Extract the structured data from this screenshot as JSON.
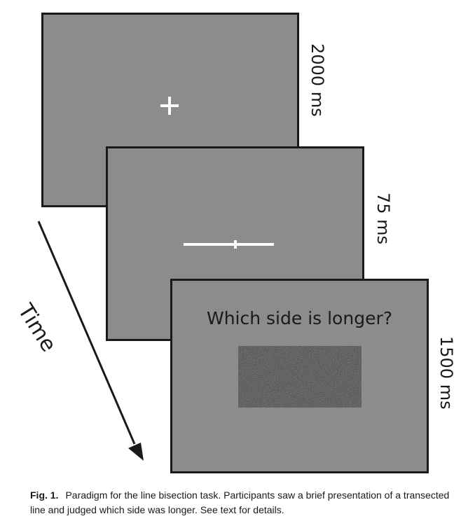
{
  "frames": [
    {
      "duration": "2000 ms"
    },
    {
      "duration": "75 ms"
    },
    {
      "duration": "1500 ms",
      "question": "Which side is longer?"
    }
  ],
  "time_label": "Time",
  "caption": {
    "label": "Fig. 1.",
    "text": "Paradigm for the line bisection task. Participants saw a brief presentation of a transected line and judged which side was longer. See text for details."
  },
  "colors": {
    "frame_fill": "#8c8c8f",
    "frame_border": "#1a1a1a",
    "stimulus": "#ffffff"
  }
}
